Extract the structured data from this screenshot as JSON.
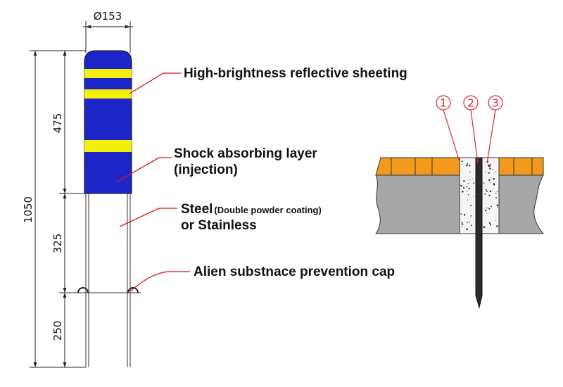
{
  "dimensions": {
    "diameter": "Ø153",
    "total": "1050",
    "top": "475",
    "middle": "325",
    "bottom": "250"
  },
  "labels": {
    "reflective": "High-brightness reflective sheeting",
    "shock_line1": "Shock absorbing layer",
    "shock_line2": "(injection)",
    "steel_main": "Steel",
    "steel_note": "(Double powder coating)",
    "steel_line2": "or Stainless",
    "cap": "Alien substnace  prevention cap"
  },
  "section_markers": [
    "1",
    "2",
    "3"
  ],
  "colors": {
    "sleeve": "#1c26c8",
    "stripe": "#f4f00a",
    "leader": "#d2151c",
    "pavement": "#f39a1c",
    "slab": "#a7a7a7",
    "marker": "#e0242c"
  }
}
